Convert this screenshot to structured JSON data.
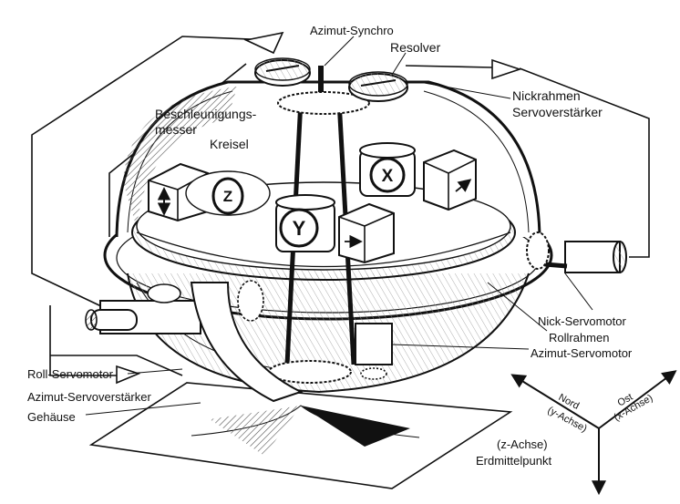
{
  "labels": {
    "azimut_synchro": "Azimut-Synchro",
    "resolver": "Resolver",
    "nickrahmen_line1": "Nickrahmen",
    "nickrahmen_line2": "Servoverstärker",
    "beschl_line1": "Beschleunigungs-",
    "beschl_line2": "messer",
    "kreisel": "Kreisel",
    "nick_servomotor": "Nick-Servomotor",
    "rollrahmen": "Rollrahmen",
    "azimut_servomotor": "Azimut-Servomotor",
    "roll_servomotor": "Roll-Servomotor",
    "azimut_servoverstaerker": "Azimut-Servoverstärker",
    "gehaeuse": "Gehäuse",
    "nord": "Nord",
    "y_achse": "(y-Achse)",
    "ost": "Ost",
    "x_achse": "(x-Achse)",
    "z_achse": "(z-Achse)",
    "erdmittelpunkt": "Erdmittelpunkt"
  },
  "gyro_letters": {
    "z": "Z",
    "x": "X",
    "y": "Y"
  },
  "colors": {
    "ink": "#111111",
    "hatch": "#555555",
    "background": "#ffffff"
  }
}
